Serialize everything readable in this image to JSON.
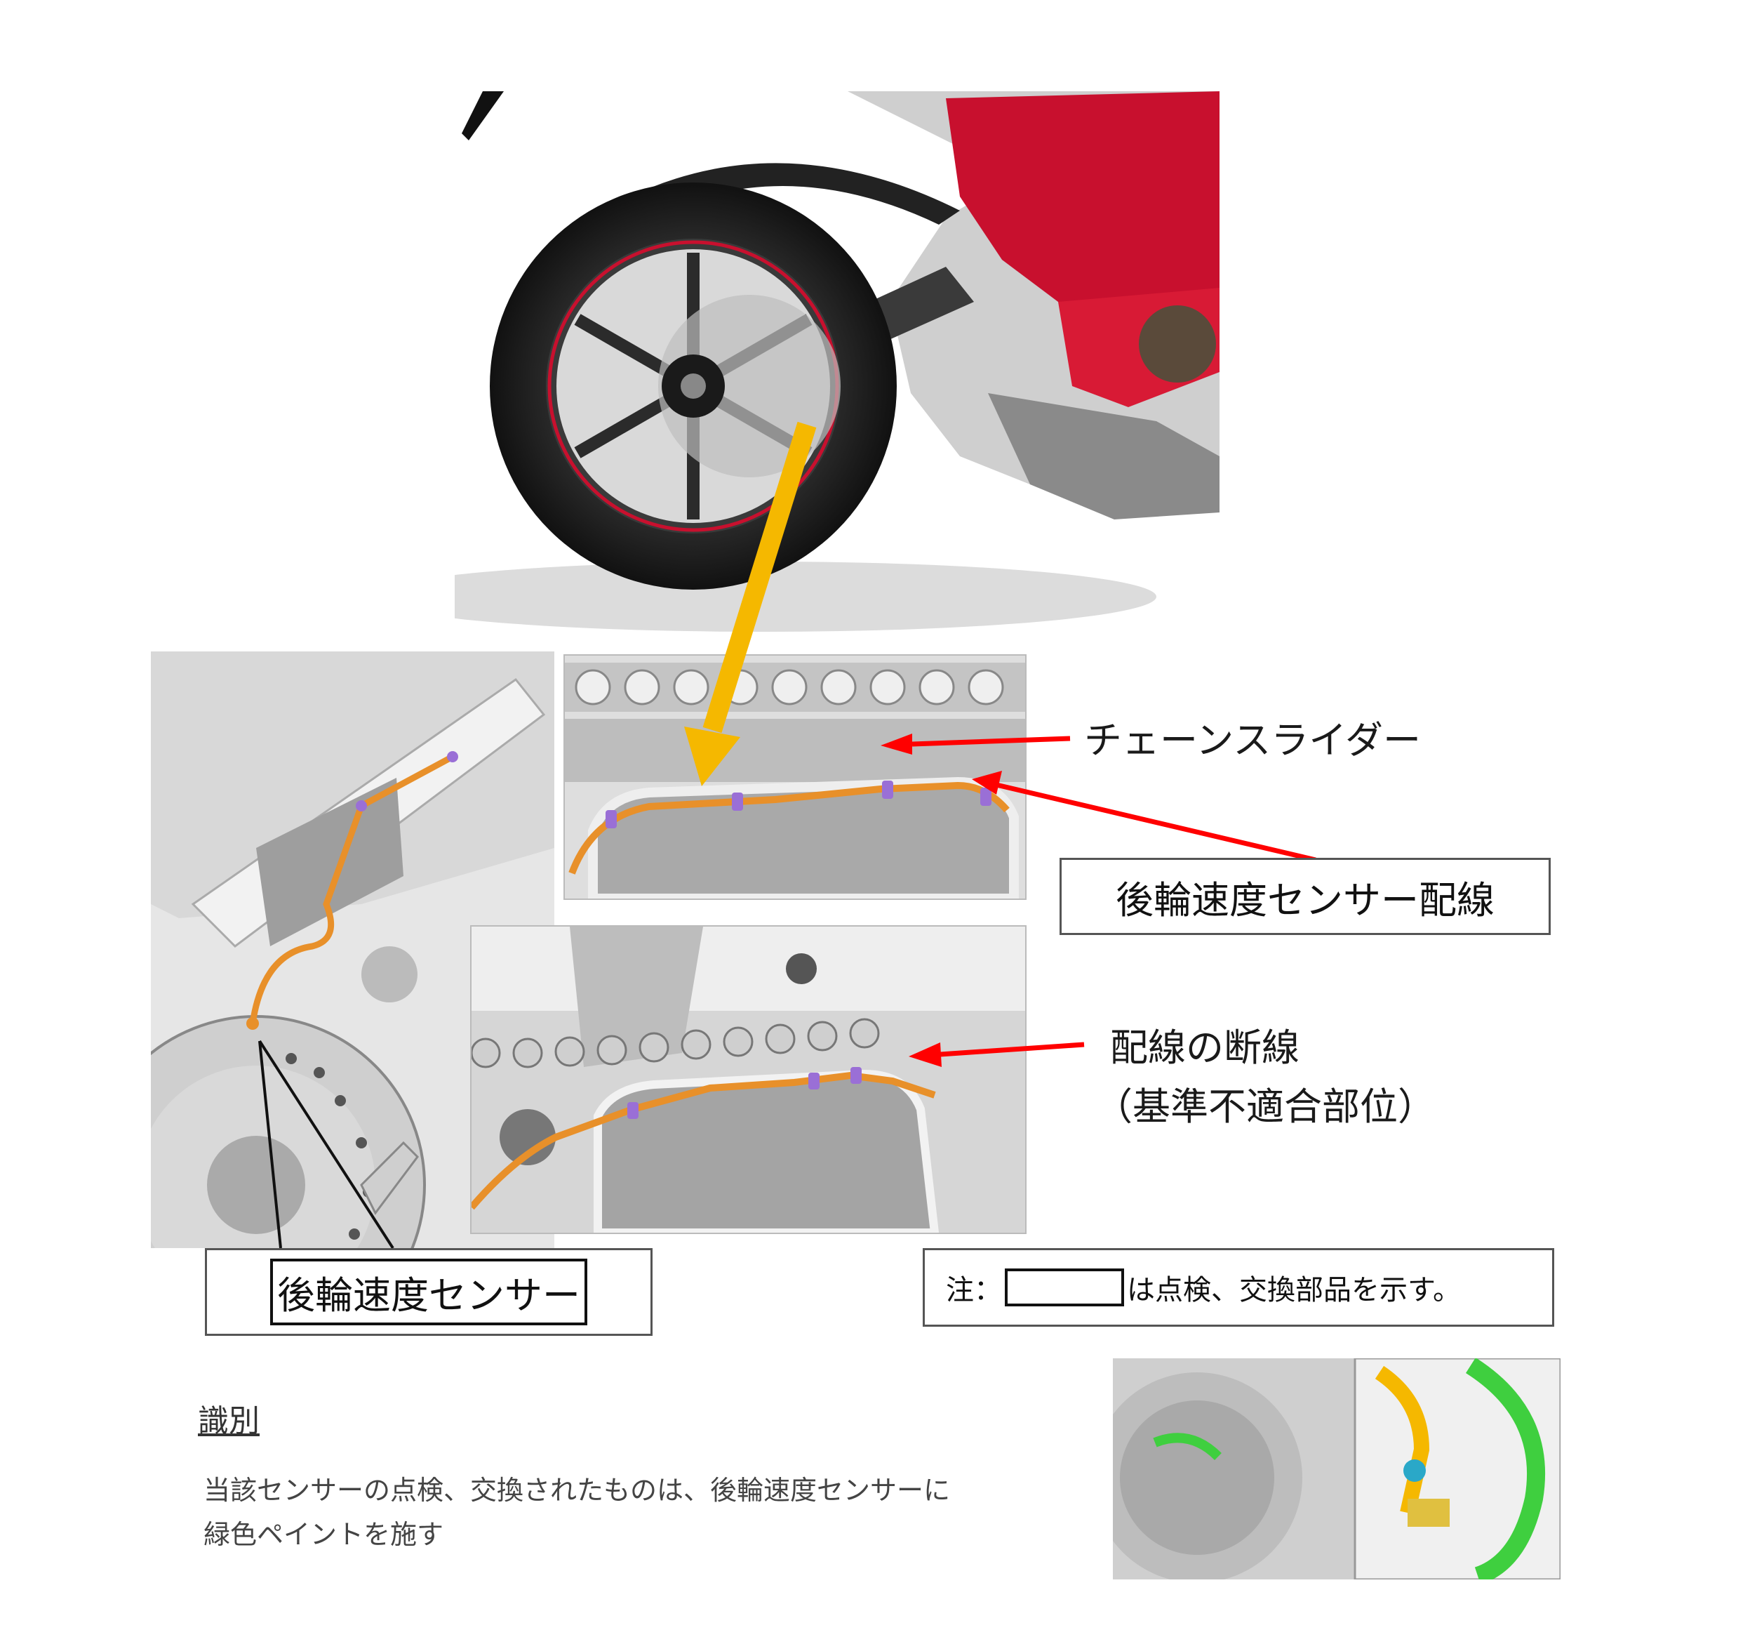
{
  "labels": {
    "chain_slider": "チェーンスライダー",
    "rear_wheel_speed_sensor_wiring": "後輪速度センサー配線",
    "wire_break_line1": "配線の断線",
    "wire_break_line2": "（基準不適合部位）",
    "rear_wheel_speed_sensor": "後輪速度センサー"
  },
  "note": {
    "prefix": "注：",
    "suffix": "は点検、交換部品を示す。"
  },
  "identification": {
    "heading": "識別",
    "line1": "当該センサーの点検、交換されたものは、後輪速度センサーに",
    "line2": "緑色ペイントを施す"
  },
  "colors": {
    "callout_arrow": "#ff0000",
    "pointer_arrow": "#f5b800",
    "wiring": "#e8902a",
    "clip": "#9a6fd6",
    "paint_mark": "#3fcf3f"
  }
}
